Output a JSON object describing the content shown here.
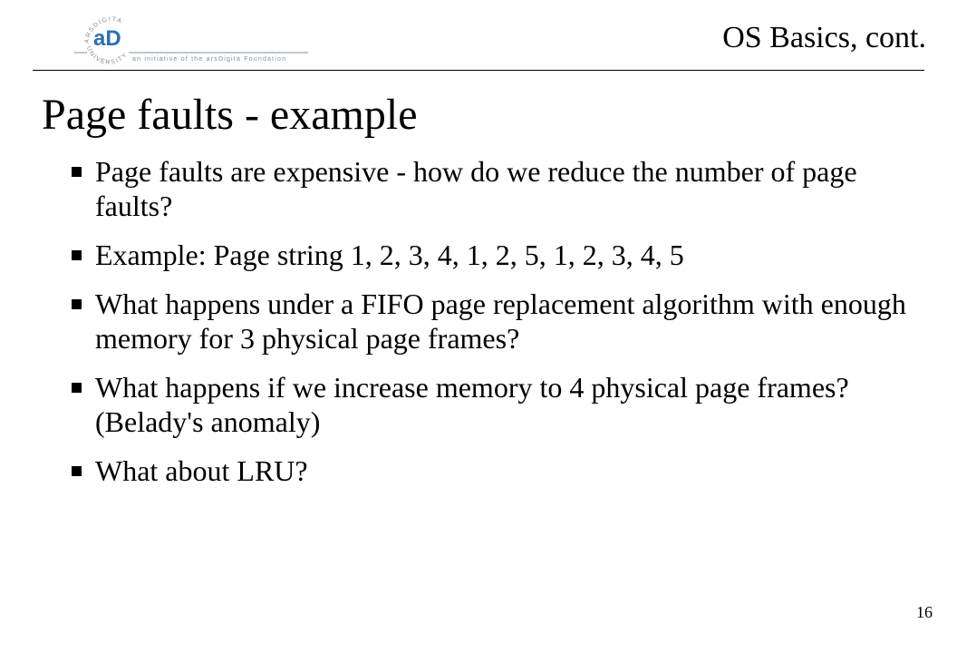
{
  "header": {
    "logo_mark": "aD",
    "logo_arc_top": "ARSDIGITA",
    "logo_arc_bottom": "UNIVERSITY",
    "logo_tagline": "an initiative of the arsDigita Foundation",
    "title": "OS Basics, cont.",
    "colors": {
      "logo_blue": "#2e6fb3",
      "logo_gray": "#7f8f9e"
    }
  },
  "slide": {
    "title": "Page faults - example",
    "bullets": [
      {
        "text": "Page faults are expensive - how do we reduce the number of page faults?"
      },
      {
        "text": "Example: Page string 1, 2, 3, 4, 1, 2, 5, 1, 2, 3, 4, 5"
      },
      {
        "text": "What happens under a FIFO page replacement algorithm with enough memory for 3 physical page frames?"
      },
      {
        "text": "What happens if we increase memory to 4 physical page frames?  (Belady's anomaly)"
      },
      {
        "text": "What about LRU?"
      }
    ]
  },
  "footer": {
    "page_number": "16"
  }
}
